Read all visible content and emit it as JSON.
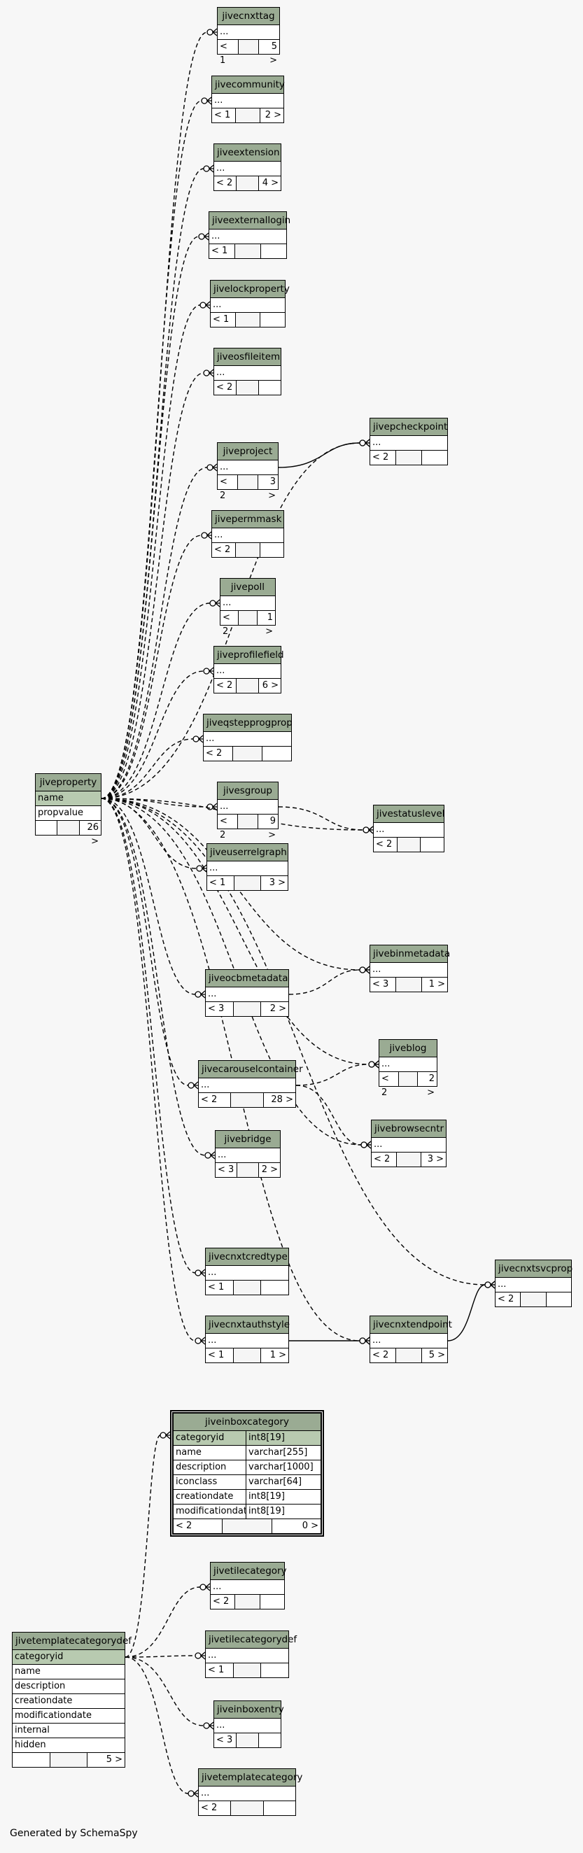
{
  "footer": "Generated by SchemaSpy",
  "tables": [
    {
      "id": "jivecnxttag",
      "name": "jivecnxttag",
      "rows": [
        "..."
      ],
      "foot": [
        "< 1",
        "",
        "5 >"
      ]
    },
    {
      "id": "jivecommunity",
      "name": "jivecommunity",
      "rows": [
        "..."
      ],
      "foot": [
        "< 1",
        "",
        "2 >"
      ]
    },
    {
      "id": "jiveextension",
      "name": "jiveextension",
      "rows": [
        "..."
      ],
      "foot": [
        "< 2",
        "",
        "4 >"
      ]
    },
    {
      "id": "jiveexternallogin",
      "name": "jiveexternallogin",
      "rows": [
        "..."
      ],
      "foot": [
        "< 1",
        "",
        ""
      ]
    },
    {
      "id": "jivelockproperty",
      "name": "jivelockproperty",
      "rows": [
        "..."
      ],
      "foot": [
        "< 1",
        "",
        ""
      ]
    },
    {
      "id": "jiveosfileitem",
      "name": "jiveosfileitem",
      "rows": [
        "..."
      ],
      "foot": [
        "< 2",
        "",
        ""
      ]
    },
    {
      "id": "jivepcheckpoint",
      "name": "jivepcheckpoint",
      "rows": [
        "..."
      ],
      "foot": [
        "< 2",
        "",
        ""
      ]
    },
    {
      "id": "jiveproject",
      "name": "jiveproject",
      "rows": [
        "..."
      ],
      "foot": [
        "< 2",
        "",
        "3 >"
      ]
    },
    {
      "id": "jivepermmask",
      "name": "jivepermmask",
      "rows": [
        "..."
      ],
      "foot": [
        "< 2",
        "",
        ""
      ]
    },
    {
      "id": "jivepoll",
      "name": "jivepoll",
      "rows": [
        "..."
      ],
      "foot": [
        "< 2",
        "",
        "1 >"
      ]
    },
    {
      "id": "jiveprofilefield",
      "name": "jiveprofilefield",
      "rows": [
        "..."
      ],
      "foot": [
        "< 2",
        "",
        "6 >"
      ]
    },
    {
      "id": "jiveqstepprogprop",
      "name": "jiveqstepprogprop",
      "rows": [
        "..."
      ],
      "foot": [
        "< 2",
        "",
        ""
      ]
    },
    {
      "id": "jiveproperty",
      "name": "jiveproperty",
      "pk": [
        "name"
      ],
      "rows": [
        "propvalue"
      ],
      "foot": [
        "",
        "",
        "26 >"
      ]
    },
    {
      "id": "jivesgroup",
      "name": "jivesgroup",
      "rows": [
        "..."
      ],
      "foot": [
        "< 2",
        "",
        "9 >"
      ]
    },
    {
      "id": "jivestatuslevel",
      "name": "jivestatuslevel",
      "rows": [
        "..."
      ],
      "foot": [
        "< 2",
        "",
        ""
      ]
    },
    {
      "id": "jiveuserrelgraph",
      "name": "jiveuserrelgraph",
      "rows": [
        "..."
      ],
      "foot": [
        "< 1",
        "",
        "3 >"
      ]
    },
    {
      "id": "jivebinmetadata",
      "name": "jivebinmetadata",
      "rows": [
        "..."
      ],
      "foot": [
        "< 3",
        "",
        "1 >"
      ]
    },
    {
      "id": "jiveocbmetadata",
      "name": "jiveocbmetadata",
      "rows": [
        "..."
      ],
      "foot": [
        "< 3",
        "",
        "2 >"
      ]
    },
    {
      "id": "jiveblog",
      "name": "jiveblog",
      "rows": [
        "..."
      ],
      "foot": [
        "< 2",
        "",
        "2 >"
      ]
    },
    {
      "id": "jivecarouselcontainer",
      "name": "jivecarouselcontainer",
      "rows": [
        "..."
      ],
      "foot": [
        "< 2",
        "",
        "28 >"
      ]
    },
    {
      "id": "jivebrowsecntr",
      "name": "jivebrowsecntr",
      "rows": [
        "..."
      ],
      "foot": [
        "< 2",
        "",
        "3 >"
      ]
    },
    {
      "id": "jivebridge",
      "name": "jivebridge",
      "rows": [
        "..."
      ],
      "foot": [
        "< 3",
        "",
        "2 >"
      ]
    },
    {
      "id": "jivecnxtsvcprop",
      "name": "jivecnxtsvcprop",
      "rows": [
        "..."
      ],
      "foot": [
        "< 2",
        "",
        ""
      ]
    },
    {
      "id": "jivecnxtcredtype",
      "name": "jivecnxtcredtype",
      "rows": [
        "..."
      ],
      "foot": [
        "< 1",
        "",
        ""
      ]
    },
    {
      "id": "jivecnxtauthstyle",
      "name": "jivecnxtauthstyle",
      "rows": [
        "..."
      ],
      "foot": [
        "< 1",
        "",
        "1 >"
      ]
    },
    {
      "id": "jivecnxtendpoint",
      "name": "jivecnxtendpoint",
      "rows": [
        "..."
      ],
      "foot": [
        "< 2",
        "",
        "5 >"
      ]
    },
    {
      "id": "jiveinboxcategory",
      "name": "jiveinboxcategory",
      "focus": true,
      "cols": [
        [
          "categoryid",
          "int8[19]",
          true
        ],
        [
          "name",
          "varchar[255]",
          false
        ],
        [
          "description",
          "varchar[1000]",
          false
        ],
        [
          "iconclass",
          "varchar[64]",
          false
        ],
        [
          "creationdate",
          "int8[19]",
          false
        ],
        [
          "modificationdate",
          "int8[19]",
          false
        ]
      ],
      "foot": [
        "< 2",
        "",
        "0 >"
      ]
    },
    {
      "id": "jivetilecategory",
      "name": "jivetilecategory",
      "rows": [
        "..."
      ],
      "foot": [
        "< 2",
        "",
        ""
      ]
    },
    {
      "id": "jivetemplatecategorydef",
      "name": "jivetemplatecategorydef",
      "pk": [
        "categoryid"
      ],
      "rows": [
        "name",
        "description",
        "creationdate",
        "modificationdate",
        "internal",
        "hidden"
      ],
      "foot": [
        "",
        "",
        "5 >"
      ]
    },
    {
      "id": "jivetilecategorydef",
      "name": "jivetilecategorydef",
      "rows": [
        "..."
      ],
      "foot": [
        "< 1",
        "",
        ""
      ]
    },
    {
      "id": "jiveinboxentry",
      "name": "jiveinboxentry",
      "rows": [
        "..."
      ],
      "foot": [
        "< 3",
        "",
        ""
      ]
    },
    {
      "id": "jivetemplatecategory",
      "name": "jivetemplatecategory",
      "rows": [
        "..."
      ],
      "foot": [
        "< 2",
        "",
        ""
      ]
    }
  ]
}
